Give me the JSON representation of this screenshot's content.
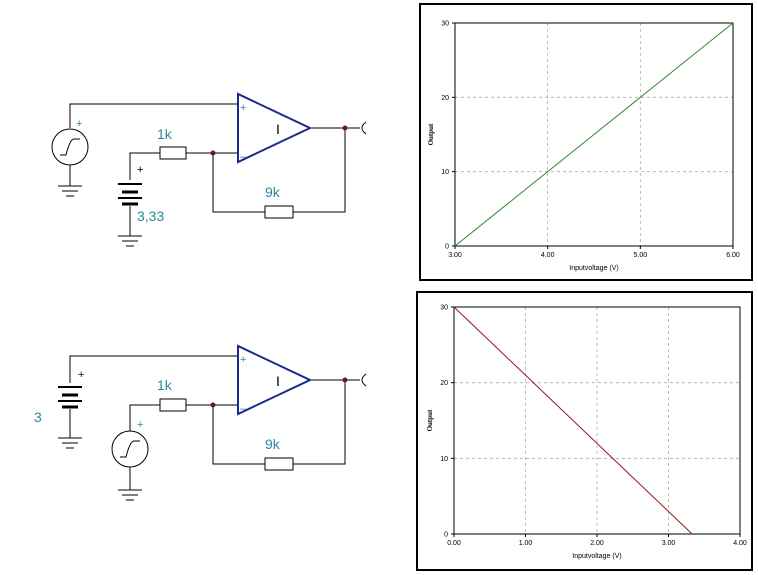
{
  "circuit_top": {
    "r_in_label": "1k",
    "r_fb_label": "9k",
    "battery_label": "3,33",
    "opamp_symbol": "I",
    "plus": "+",
    "minus": "–"
  },
  "circuit_bottom": {
    "r_in_label": "1k",
    "r_fb_label": "9k",
    "battery_label": "3",
    "opamp_symbol": "I",
    "plus": "+",
    "minus": "–"
  },
  "colors": {
    "wire": "#000000",
    "opamp": "#1a2a8c",
    "label": "#2a8a9a",
    "node": "#6a1a1a",
    "grid": "#aaaaaa",
    "line_top": "#2e8b2e",
    "line_bottom": "#8b1a1a"
  },
  "chart_data": [
    {
      "type": "line",
      "xlabel": "Inputvoltage (V)",
      "ylabel": "Output",
      "xlim": [
        3.0,
        6.0
      ],
      "ylim": [
        0,
        30
      ],
      "xticks": [
        "3.00",
        "4.00",
        "5.00",
        "6.00"
      ],
      "yticks": [
        "0",
        "10",
        "20",
        "30"
      ],
      "grid": true,
      "series": [
        {
          "x": [
            3.0,
            6.0
          ],
          "y": [
            0,
            30
          ]
        }
      ]
    },
    {
      "type": "line",
      "xlabel": "Inputvoltage (V)",
      "ylabel": "Output",
      "xlim": [
        0.0,
        4.0
      ],
      "ylim": [
        0,
        30
      ],
      "xticks": [
        "0.00",
        "1.00",
        "2.00",
        "3.00",
        "4.00"
      ],
      "yticks": [
        "0",
        "10",
        "20",
        "30"
      ],
      "grid": true,
      "series": [
        {
          "x": [
            0.0,
            3.33
          ],
          "y": [
            30,
            0
          ]
        }
      ]
    }
  ]
}
